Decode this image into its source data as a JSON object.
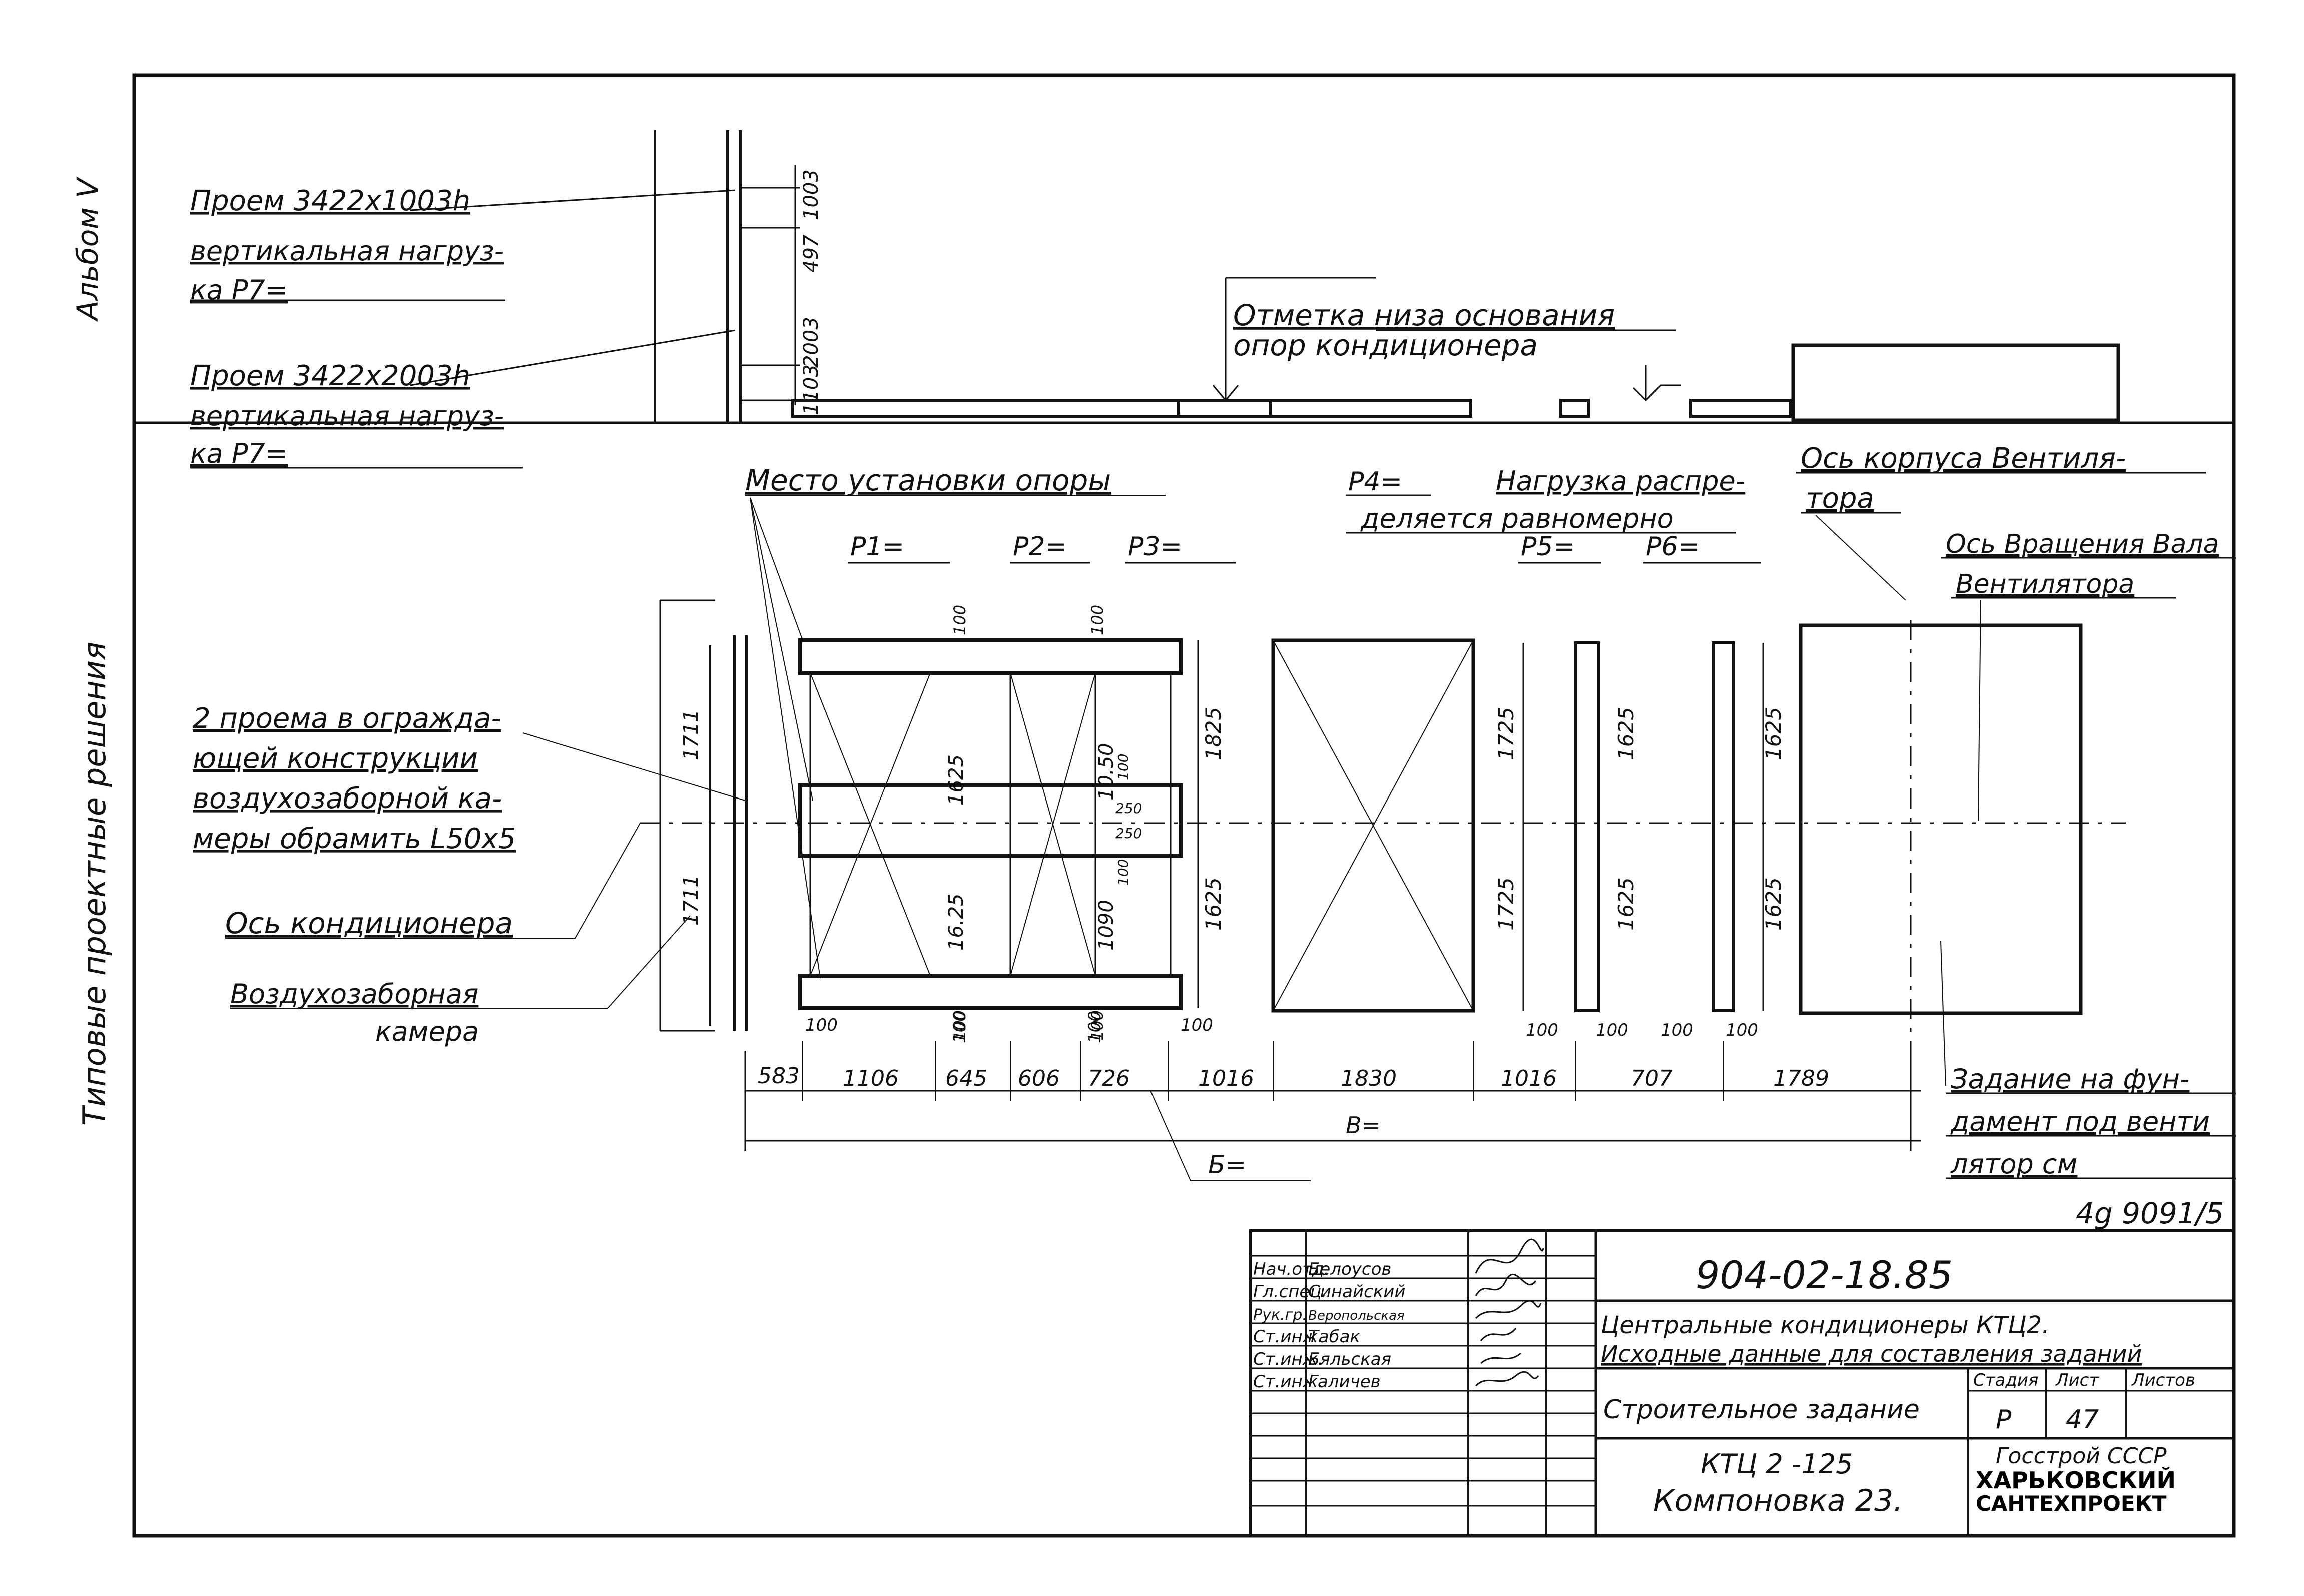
{
  "margin": {
    "album": "Альбом Ⅴ",
    "series": "Типовые проектные решения"
  },
  "elevation": {
    "opening_top": "Проем 3422х1003h",
    "load_top_line1": "вертикальная нагруз-",
    "load_top_line2": "ка Р7=",
    "opening_bottom": "Проем 3422х2003h",
    "load_bottom_line1": "вертикальная нагруз-",
    "load_bottom_line2": "ка Р7=",
    "dims": [
      "1003",
      "497",
      "2003",
      "1103"
    ],
    "base_mark_line1": "Отметка низа основания",
    "base_mark_line2": "опор кондиционера"
  },
  "plan": {
    "support_label": "Место установки опоры",
    "p1": "Р1=",
    "p2": "Р2=",
    "p3": "Р3=",
    "p4": "Р4=",
    "p4_note_line1": "Нагрузка распре-",
    "p4_note_line2": "деляется равномерно",
    "p5": "Р5=",
    "p6": "Р6=",
    "fan_axis_line1": "Ось корпуса Вентиля-",
    "fan_axis_line2": "тора",
    "shaft_axis_line1": "Ось Вращения Вала",
    "shaft_axis_line2": "Вентилятора",
    "openings_note_line1": "2 проема в огражда-",
    "openings_note_line2": "ющей конструкции",
    "openings_note_line3": "воздухозаборной ка-",
    "openings_note_line4": "меры обрамить L50х5",
    "conditioner_axis": "Ось кондиционера",
    "intake_line1": "Воздухозаборная",
    "intake_line2": "камера",
    "fdn_line1": "Задание на фун-",
    "fdn_line2": "дамент под венти",
    "fdn_line3": "лятор см",
    "fdn_ref": "4g 9091/5",
    "dim_b": "Б=",
    "dim_v": "В=",
    "vdims": {
      "left_upper": "1711",
      "left_lower": "1711",
      "s1_upper": "1625",
      "s1_lower": "16.25",
      "s2_upper": "10.50",
      "s2_lower": "1090",
      "s2_a": "100",
      "s2_b": "250",
      "s2_c": "250",
      "s2_d": "100",
      "s3_upper": "1825",
      "s3_lower": "1625",
      "s4_upper": "1725",
      "s4_lower": "1725",
      "s5_upper": "1625",
      "s5_lower": "1625",
      "s6_upper": "1625",
      "s6_lower": "1625",
      "top_a": "100",
      "top_b": "100",
      "bot_a": "100",
      "bot_b": "100"
    },
    "small_dims": [
      "100",
      "100",
      "100",
      "100",
      "100",
      "100",
      "100",
      "100"
    ],
    "chain": [
      "583",
      "1106",
      "645",
      "606",
      "726",
      "1016",
      "1830",
      "1016",
      "707",
      "1789"
    ]
  },
  "title_block": {
    "designation": "904-02-18.85",
    "staff": [
      {
        "role": "Нач.отд.",
        "name": "Белоусов"
      },
      {
        "role": "Гл.спец.",
        "name": "Синайский"
      },
      {
        "role": "Рук.гр.",
        "name": "Веропольская"
      },
      {
        "role": "Ст.инж.",
        "name": "Табак"
      },
      {
        "role": "Ст.инж.",
        "name": "Бяльская"
      },
      {
        "role": "Ст.инж.",
        "name": "Галичев"
      }
    ],
    "title_line1": "Центральные кондиционеры КТЦ2.",
    "title_line2": "Исходные данные для составления заданий",
    "sheet_title": "Строительное задание",
    "stage_header": "Стадия",
    "sheet_header": "Лист",
    "sheets_header": "Листов",
    "stage": "Р",
    "sheet": "47",
    "sheets": "",
    "subtitle_line1": "КТЦ 2 -125",
    "subtitle_line2": "Компоновка 23.",
    "org_line1": "Госстрой СССР",
    "org_line2": "ХАРЬКОВСКИЙ",
    "org_line3": "САНТЕХПРОЕКТ"
  }
}
